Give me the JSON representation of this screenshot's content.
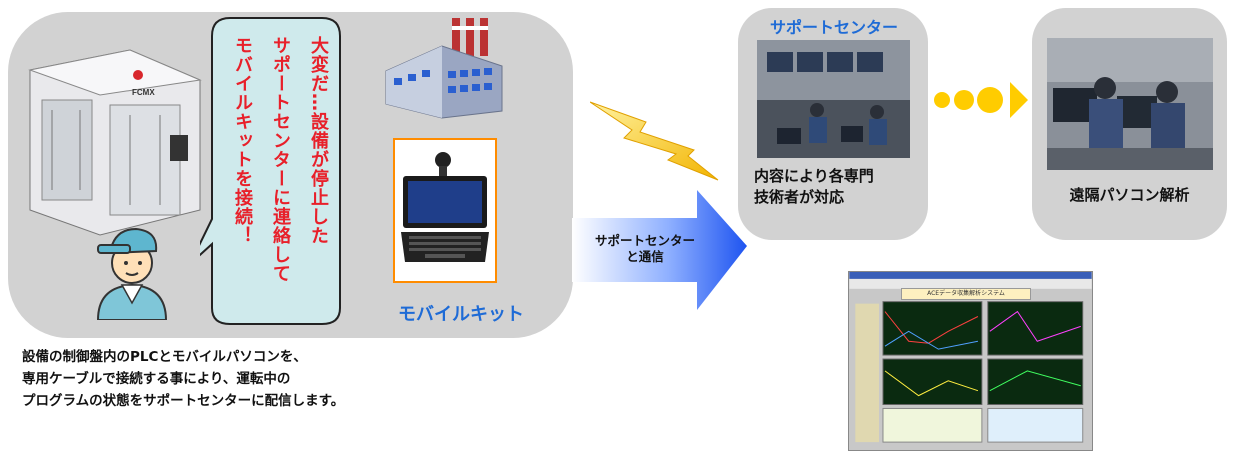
{
  "factory": {
    "machine_brand": "FCMX",
    "bubble_lines": [
      "大変だ…設備が停止した",
      "サポートセンターに連絡して",
      "モバイルキットを接続！"
    ],
    "mobile_kit_label": "モバイルキット"
  },
  "description": {
    "lines": [
      "設備の制御盤内のPLCとモバイルパソコンを、",
      "専用ケーブルで接続する事により、運転中の",
      "プログラムの状態をサポートセンターに配信します。"
    ]
  },
  "communication": {
    "label_lines": [
      "サポートセンター",
      "と通信"
    ]
  },
  "support_center": {
    "title": "サポートセンター",
    "text_lines": [
      "内容により各専門",
      "技術者が対応"
    ]
  },
  "remote": {
    "label": "遠隔パソコン解析"
  },
  "software": {
    "window_title": "ACEデータ収集解析システム"
  },
  "colors": {
    "panel": "#d2d2d2",
    "accent_blue": "#1e6bd6",
    "bubble_text": "#e8202a",
    "bubble_fill": "#cfeaec",
    "dots": "#ffcc00",
    "kit_frame": "#ff8c00"
  }
}
